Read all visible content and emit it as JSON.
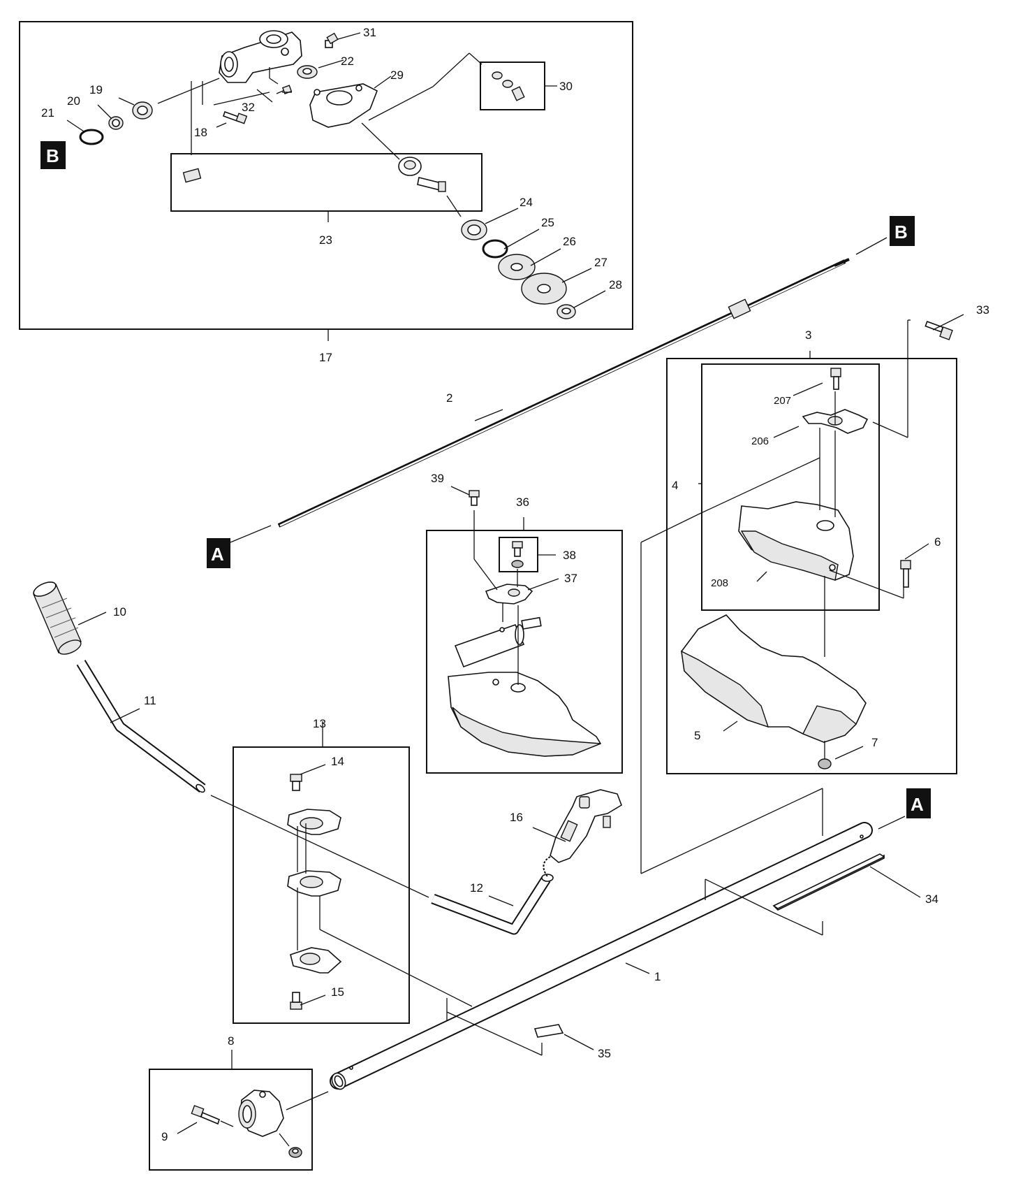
{
  "diagram": {
    "markers": {
      "a": "A",
      "b": "B"
    },
    "labels": {
      "p1": "1",
      "p2": "2",
      "p3": "3",
      "p4": "4",
      "p5": "5",
      "p6": "6",
      "p7": "7",
      "p8": "8",
      "p9": "9",
      "p10": "10",
      "p11": "11",
      "p12": "12",
      "p13": "13",
      "p14": "14",
      "p15": "15",
      "p16": "16",
      "p17": "17",
      "p18": "18",
      "p19": "19",
      "p20": "20",
      "p21": "21",
      "p22": "22",
      "p23": "23",
      "p24": "24",
      "p25": "25",
      "p26": "26",
      "p27": "27",
      "p28": "28",
      "p29": "29",
      "p30": "30",
      "p31": "31",
      "p32": "32",
      "p33": "33",
      "p34": "34",
      "p35": "35",
      "p36": "36",
      "p37": "37",
      "p38": "38",
      "p39": "39",
      "p206": "206",
      "p207": "207",
      "p208": "208"
    }
  }
}
